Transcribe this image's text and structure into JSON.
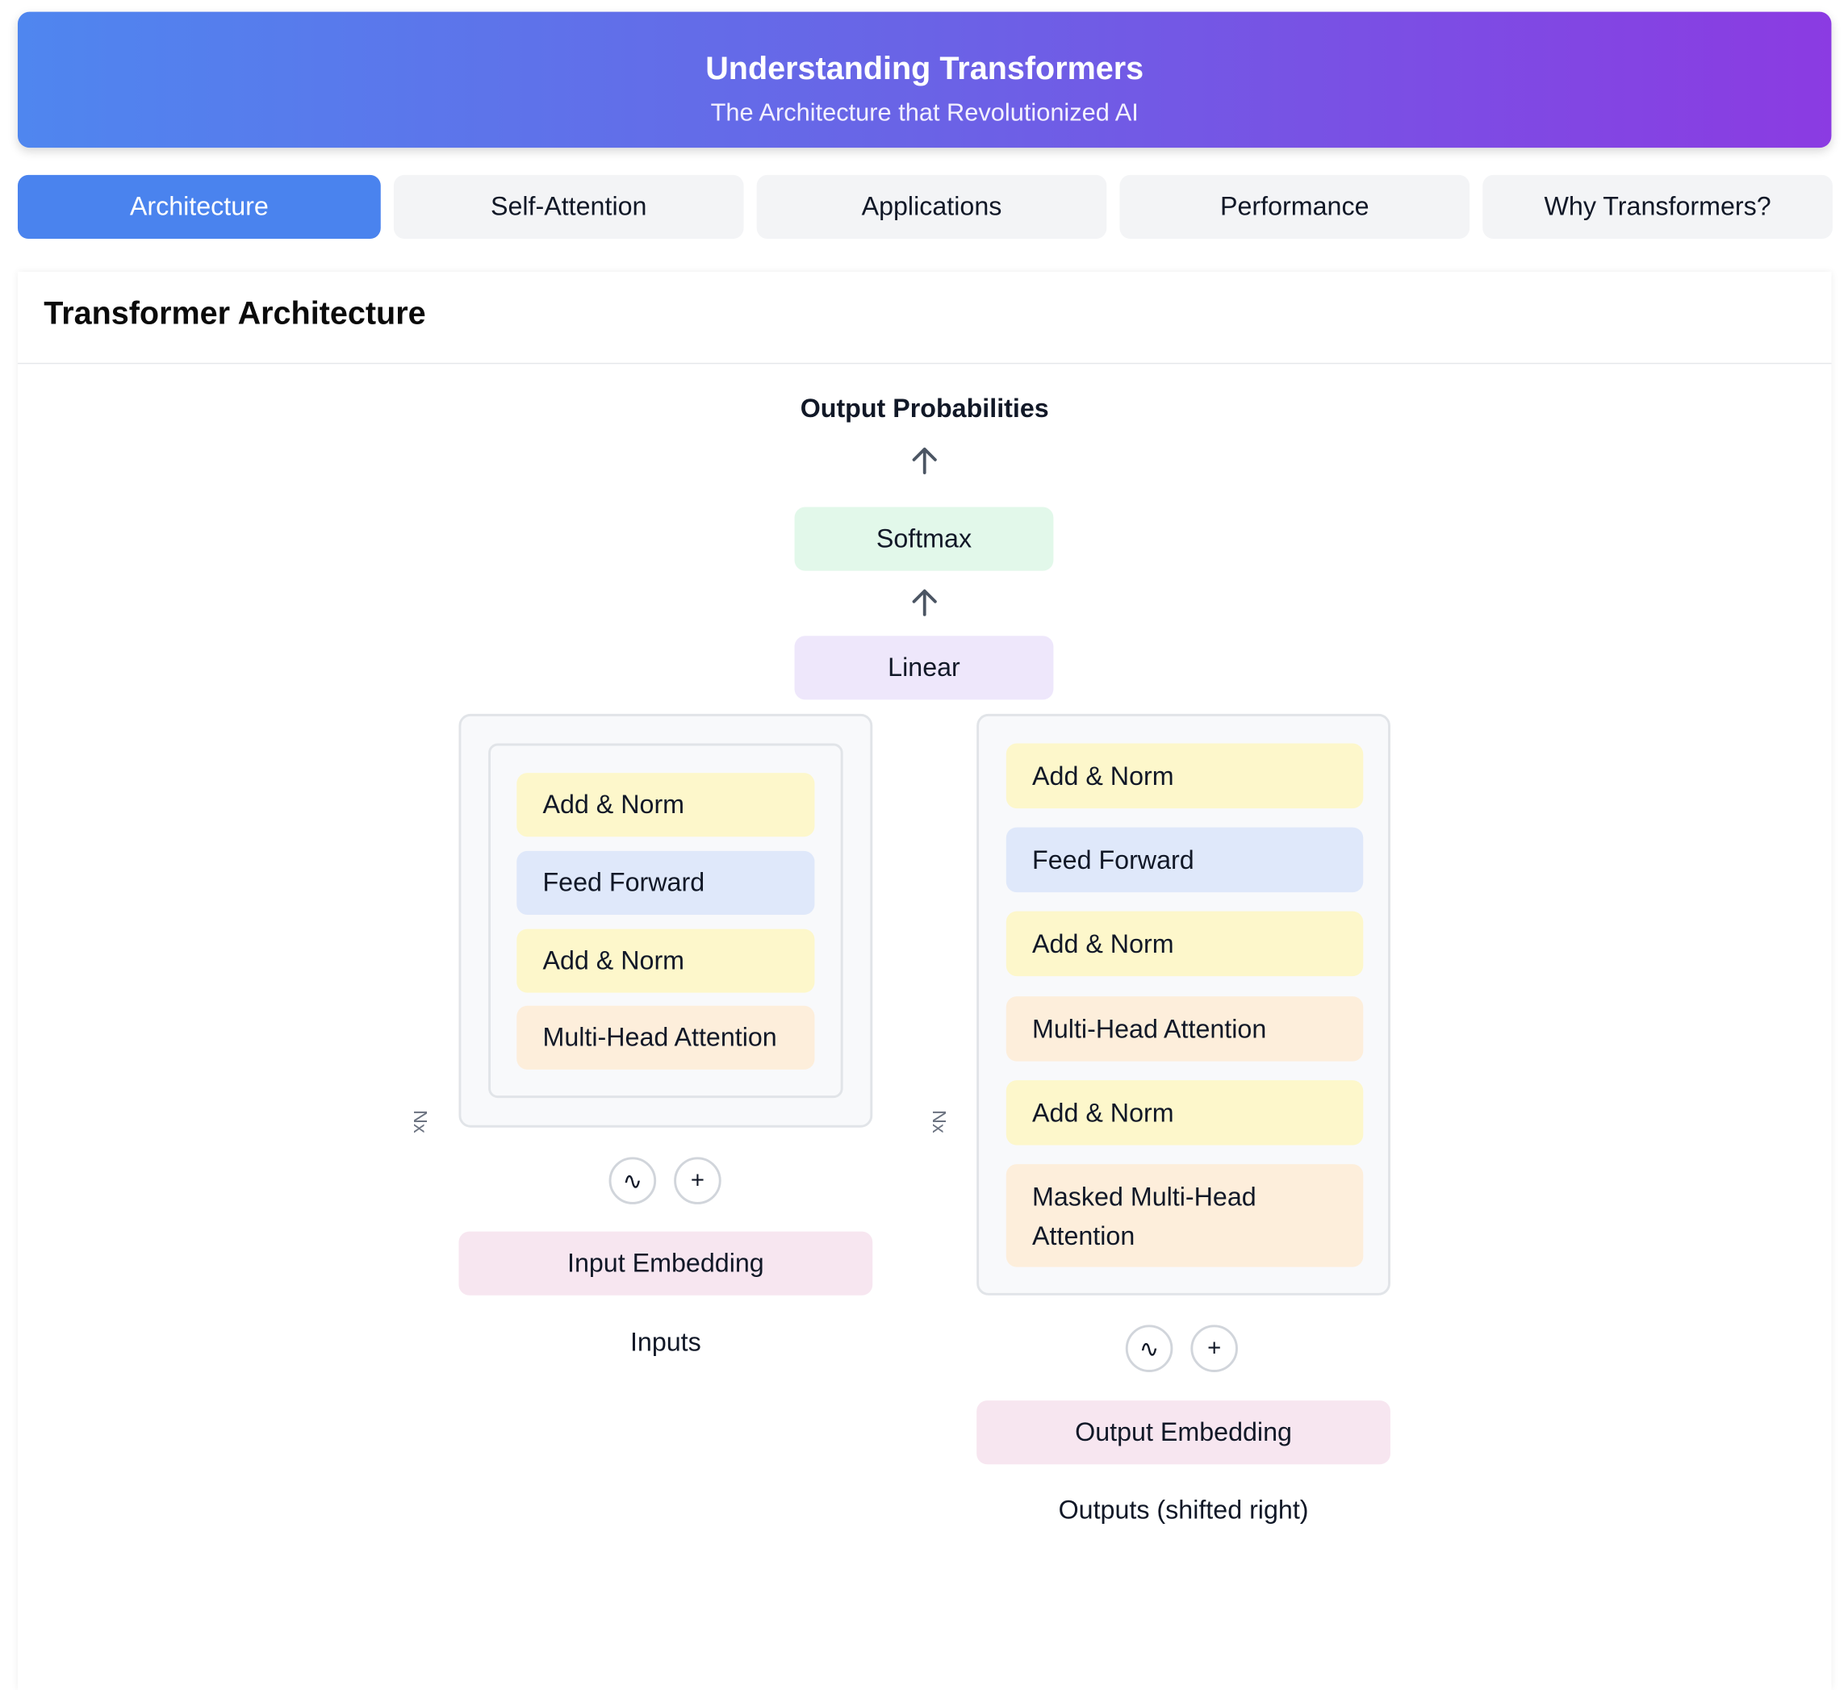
{
  "header": {
    "title": "Understanding Transformers",
    "subtitle": "The Architecture that Revolutionized AI"
  },
  "tabs": [
    {
      "label": "Architecture",
      "active": true
    },
    {
      "label": "Self-Attention",
      "active": false
    },
    {
      "label": "Applications",
      "active": false
    },
    {
      "label": "Performance",
      "active": false
    },
    {
      "label": "Why Transformers?",
      "active": false
    }
  ],
  "section": {
    "title": "Transformer Architecture"
  },
  "diagram": {
    "output_label": "Output Probabilities",
    "softmax": "Softmax",
    "linear": "Linear",
    "encoder": {
      "repeat_label": "Nx",
      "layers": [
        "Add & Norm",
        "Feed Forward",
        "Add & Norm",
        "Multi-Head Attention"
      ],
      "positional_symbol": "∿",
      "add_symbol": "+",
      "embedding": "Input Embedding",
      "input_label": "Inputs"
    },
    "decoder": {
      "repeat_label": "Nx",
      "layers": [
        "Add & Norm",
        "Feed Forward",
        "Add & Norm",
        "Multi-Head Attention",
        "Add & Norm",
        "Masked Multi-Head Attention"
      ],
      "positional_symbol": "∿",
      "add_symbol": "+",
      "embedding": "Output Embedding",
      "input_label": "Outputs (shifted right)"
    }
  },
  "colors": {
    "accent": "#4a83ee",
    "header_gradient_start": "#4f86ef",
    "header_gradient_end": "#8b3be2",
    "add_norm": "#fdf7cb",
    "feed_forward": "#dfe8fa",
    "attention": "#fdeedb",
    "softmax": "#e2f8ea",
    "linear": "#eee7fb",
    "embedding": "#f7e6f0"
  }
}
